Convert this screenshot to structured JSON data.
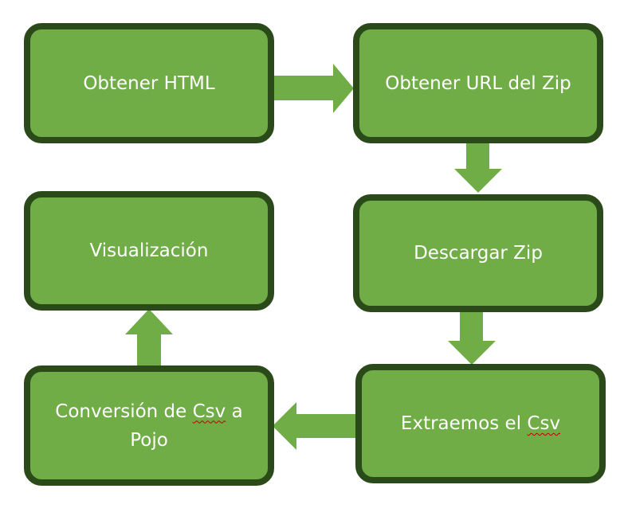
{
  "diagram": {
    "steps": [
      {
        "id": "obtener-html",
        "label": "Obtener HTML"
      },
      {
        "id": "obtener-url-zip",
        "label": "Obtener URL del Zip"
      },
      {
        "id": "descargar-zip",
        "label": "Descargar Zip"
      },
      {
        "id": "extraemos-csv",
        "prefix": "Extraemos el ",
        "flagged": "Csv"
      },
      {
        "id": "conversion-csv-pojo",
        "prefix": "Conversión de ",
        "flagged": "Csv",
        "suffix": " a Pojo"
      },
      {
        "id": "visualizacion",
        "label": "Visualización"
      }
    ],
    "colors": {
      "box_fill": "#70ad47",
      "box_border": "#2a4a1a",
      "arrow_fill": "#70ad47",
      "text": "#ffffff",
      "spellcheck_underline": "#c00000"
    }
  }
}
